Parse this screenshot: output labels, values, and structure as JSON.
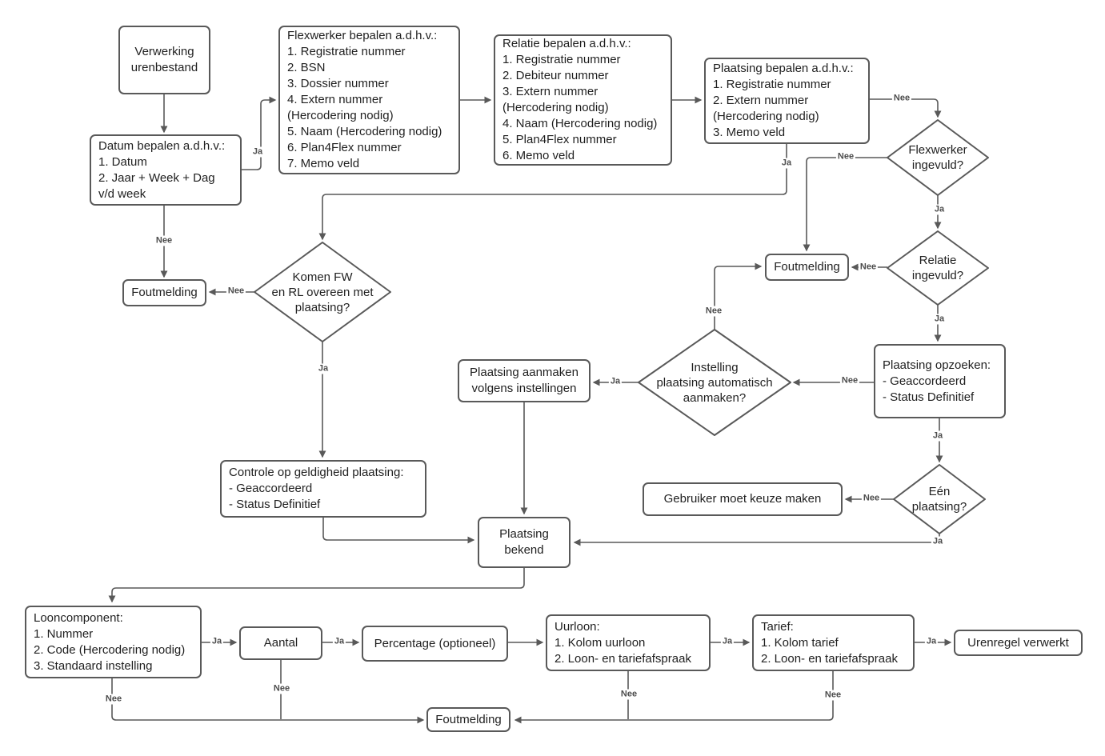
{
  "colors": {
    "stroke": "#595959",
    "node_text": "#1f1f1f",
    "edge_label": "#4d4d4d",
    "background": "#ffffff"
  },
  "nodes": {
    "verwerking": "Verwerking\nurenbestand",
    "datum": "Datum bepalen a.d.h.v.:\n1. Datum\n2. Jaar + Week + Dag\nv/d week",
    "flexwerker": "Flexwerker bepalen a.d.h.v.:\n1. Registratie nummer\n2. BSN\n3. Dossier nummer\n4. Extern nummer\n(Hercodering nodig)\n5. Naam (Hercodering nodig)\n6. Plan4Flex nummer\n7. Memo veld",
    "relatie": "Relatie bepalen a.d.h.v.:\n1. Registratie nummer\n2. Debiteur nummer\n3. Extern nummer\n(Hercodering nodig)\n4. Naam (Hercodering nodig)\n5. Plan4Flex nummer\n6. Memo veld",
    "plaatsing_bepalen": "Plaatsing bepalen a.d.h.v.:\n1. Registratie nummer\n2. Extern nummer\n(Hercodering nodig)\n3. Memo veld",
    "foutmelding_links": "Foutmelding",
    "foutmelding_rechts": "Foutmelding",
    "foutmelding_onder": "Foutmelding",
    "komen_overeen": "Komen FW\nen RL overeen met\nplaatsing?",
    "flexwerker_ingevuld": "Flexwerker\ningevuld?",
    "relatie_ingevuld": "Relatie\ningevuld?",
    "plaatsing_opzoeken": "Plaatsing opzoeken:\n- Geaccordeerd\n- Status Definitief",
    "instelling_automatisch": "Instelling\nplaatsing automatisch\naanmaken?",
    "plaatsing_aanmaken": "Plaatsing aanmaken\nvolgens instellingen",
    "een_plaatsing": "Eén\nplaatsing?",
    "gebruiker_keuze": "Gebruiker moet keuze maken",
    "controle_geldigheid": "Controle op geldigheid plaatsing:\n- Geaccordeerd\n- Status Definitief",
    "plaatsing_bekend": "Plaatsing\nbekend",
    "looncomponent": "Looncomponent:\n1. Nummer\n2. Code (Hercodering nodig)\n3. Standaard instelling",
    "aantal": "Aantal",
    "percentage": "Percentage (optioneel)",
    "uurloon": "Uurloon:\n1. Kolom uurloon\n2. Loon- en tariefafspraak",
    "tarief": "Tarief:\n1. Kolom tarief\n2. Loon- en tariefafspraak",
    "urenregel_verwerkt": "Urenregel verwerkt"
  },
  "edge_labels": {
    "datum_to_flexwerker": "Ja",
    "datum_to_foutmelding": "Nee",
    "plaatsingbepalen_to_komen": "Ja",
    "plaatsingbepalen_to_flexwerkeringevuld": "Nee",
    "flexwerkeringevuld_to_foutmelding": "Nee",
    "flexwerkeringevuld_to_relatieingevuld": "Ja",
    "relatieingevuld_to_foutmelding": "Nee",
    "relatieingevuld_to_plaatsingopzoeken": "Ja",
    "plaatsingopzoeken_to_instelling": "Nee",
    "instelling_to_foutmelding": "Nee",
    "instelling_to_plaatsingaanmaken": "Ja",
    "komen_to_foutmelding": "Nee",
    "komen_to_controle": "Ja",
    "plaatsingopzoeken_to_eenplaatsing": "Ja",
    "eenplaatsing_to_gebruiker": "Nee",
    "eenplaatsing_to_plaatsingbekend": "Ja",
    "looncomponent_to_aantal": "Ja",
    "aantal_to_percentage": "Ja",
    "uurloon_to_tarief": "Ja",
    "tarief_to_urenregel": "Ja",
    "looncomponent_to_foutmelding": "Nee",
    "aantal_to_foutmelding": "Nee",
    "uurloon_to_foutmelding": "Nee",
    "tarief_to_foutmelding": "Nee"
  }
}
